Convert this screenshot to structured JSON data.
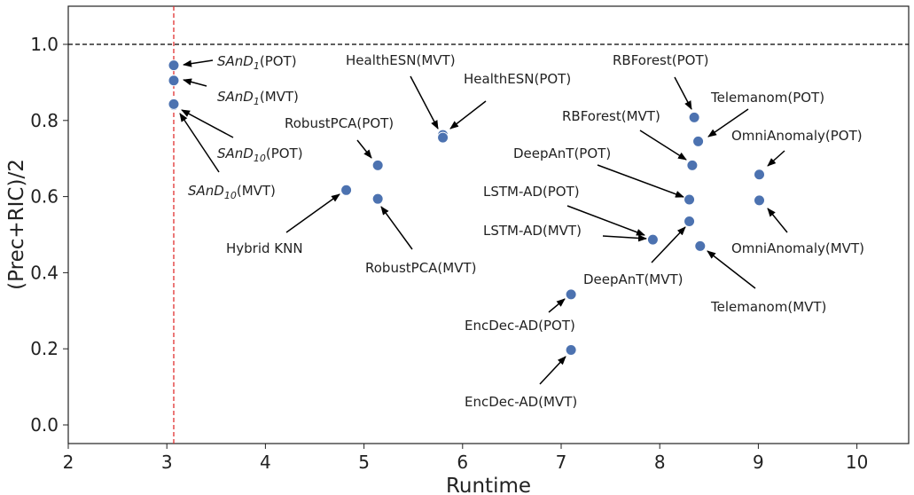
{
  "chart_data": {
    "type": "scatter",
    "xlabel": "Runtime",
    "ylabel": "(Prec+RIC)/2",
    "xlim": [
      2,
      10.5
    ],
    "ylim": [
      -0.05,
      1.1
    ],
    "xticks": [
      "2",
      "3",
      "4",
      "5",
      "6",
      "7",
      "8",
      "9",
      "10"
    ],
    "yticks": [
      "0.0",
      "0.2",
      "0.4",
      "0.6",
      "0.8",
      "1.0"
    ],
    "hline": {
      "y": 1.0,
      "style": "dashed",
      "color": "#000000"
    },
    "vline": {
      "x": 3.07,
      "style": "dashed",
      "color": "#e03030"
    },
    "marker_color": "#4c72b0",
    "points": [
      {
        "x": 3.07,
        "y": 0.945
      },
      {
        "x": 3.07,
        "y": 0.905
      },
      {
        "x": 3.07,
        "y": 0.84
      },
      {
        "x": 3.07,
        "y": 0.843
      },
      {
        "x": 4.82,
        "y": 0.617
      },
      {
        "x": 5.14,
        "y": 0.682
      },
      {
        "x": 5.14,
        "y": 0.594
      },
      {
        "x": 5.8,
        "y": 0.762
      },
      {
        "x": 5.8,
        "y": 0.755
      },
      {
        "x": 7.1,
        "y": 0.343
      },
      {
        "x": 7.1,
        "y": 0.197
      },
      {
        "x": 7.93,
        "y": 0.487
      },
      {
        "x": 8.3,
        "y": 0.592
      },
      {
        "x": 8.3,
        "y": 0.535
      },
      {
        "x": 8.33,
        "y": 0.682
      },
      {
        "x": 8.35,
        "y": 0.808
      },
      {
        "x": 8.39,
        "y": 0.745
      },
      {
        "x": 8.41,
        "y": 0.47
      },
      {
        "x": 9.01,
        "y": 0.658
      },
      {
        "x": 9.01,
        "y": 0.59
      }
    ],
    "annotations": [
      {
        "base": "SAnD",
        "sub": "1",
        "suffix": "(POT)"
      },
      {
        "base": "SAnD",
        "sub": "1",
        "suffix": "(MVT)"
      },
      {
        "base": "SAnD",
        "sub": "10",
        "suffix": "(POT)"
      },
      {
        "base": "SAnD",
        "sub": "10",
        "suffix": "(MVT)"
      },
      {
        "text": "HealthESN(MVT)"
      },
      {
        "text": "HealthESN(POT)"
      },
      {
        "text": "RobustPCA(POT)"
      },
      {
        "text": "RobustPCA(MVT)"
      },
      {
        "text": "Hybrid KNN"
      },
      {
        "text": "RBForest(POT)"
      },
      {
        "text": "Telemanom(POT)"
      },
      {
        "text": "RBForest(MVT)"
      },
      {
        "text": "OmniAnomaly(POT)"
      },
      {
        "text": "DeepAnT(POT)"
      },
      {
        "text": "LSTM-AD(POT)"
      },
      {
        "text": "LSTM-AD(MVT)"
      },
      {
        "text": "OmniAnomaly(MVT)"
      },
      {
        "text": "Telemanom(MVT)"
      },
      {
        "text": "DeepAnT(MVT)"
      },
      {
        "text": "EncDec-AD(POT)"
      },
      {
        "text": "EncDec-AD(MVT)"
      }
    ]
  }
}
